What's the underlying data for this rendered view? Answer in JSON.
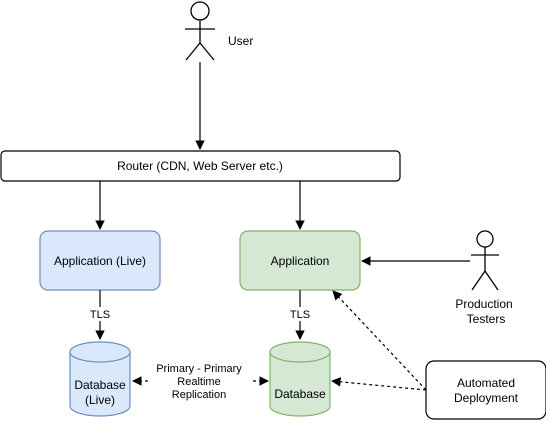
{
  "nodes": {
    "user": "User",
    "router": "Router (CDN, Web Server etc.)",
    "app_live": "Application (Live)",
    "app": "Application",
    "production_testers": [
      "Production",
      "Testers"
    ],
    "db_live": [
      "Database",
      "(Live)"
    ],
    "db": "Database",
    "automated_deployment": [
      "Automated",
      "Deployment"
    ]
  },
  "edges": {
    "tls_live": "TLS",
    "tls": "TLS",
    "replication": [
      "Primary - Primary",
      "Realtime",
      "Replication"
    ]
  },
  "colors": {
    "blue_fill": "#dae8fc",
    "blue_stroke": "#6c8ebf",
    "green_fill": "#d5e8d4",
    "green_stroke": "#82b366",
    "line": "#000000"
  },
  "icons": {
    "user": "person-icon",
    "production_testers": "person-icon"
  }
}
